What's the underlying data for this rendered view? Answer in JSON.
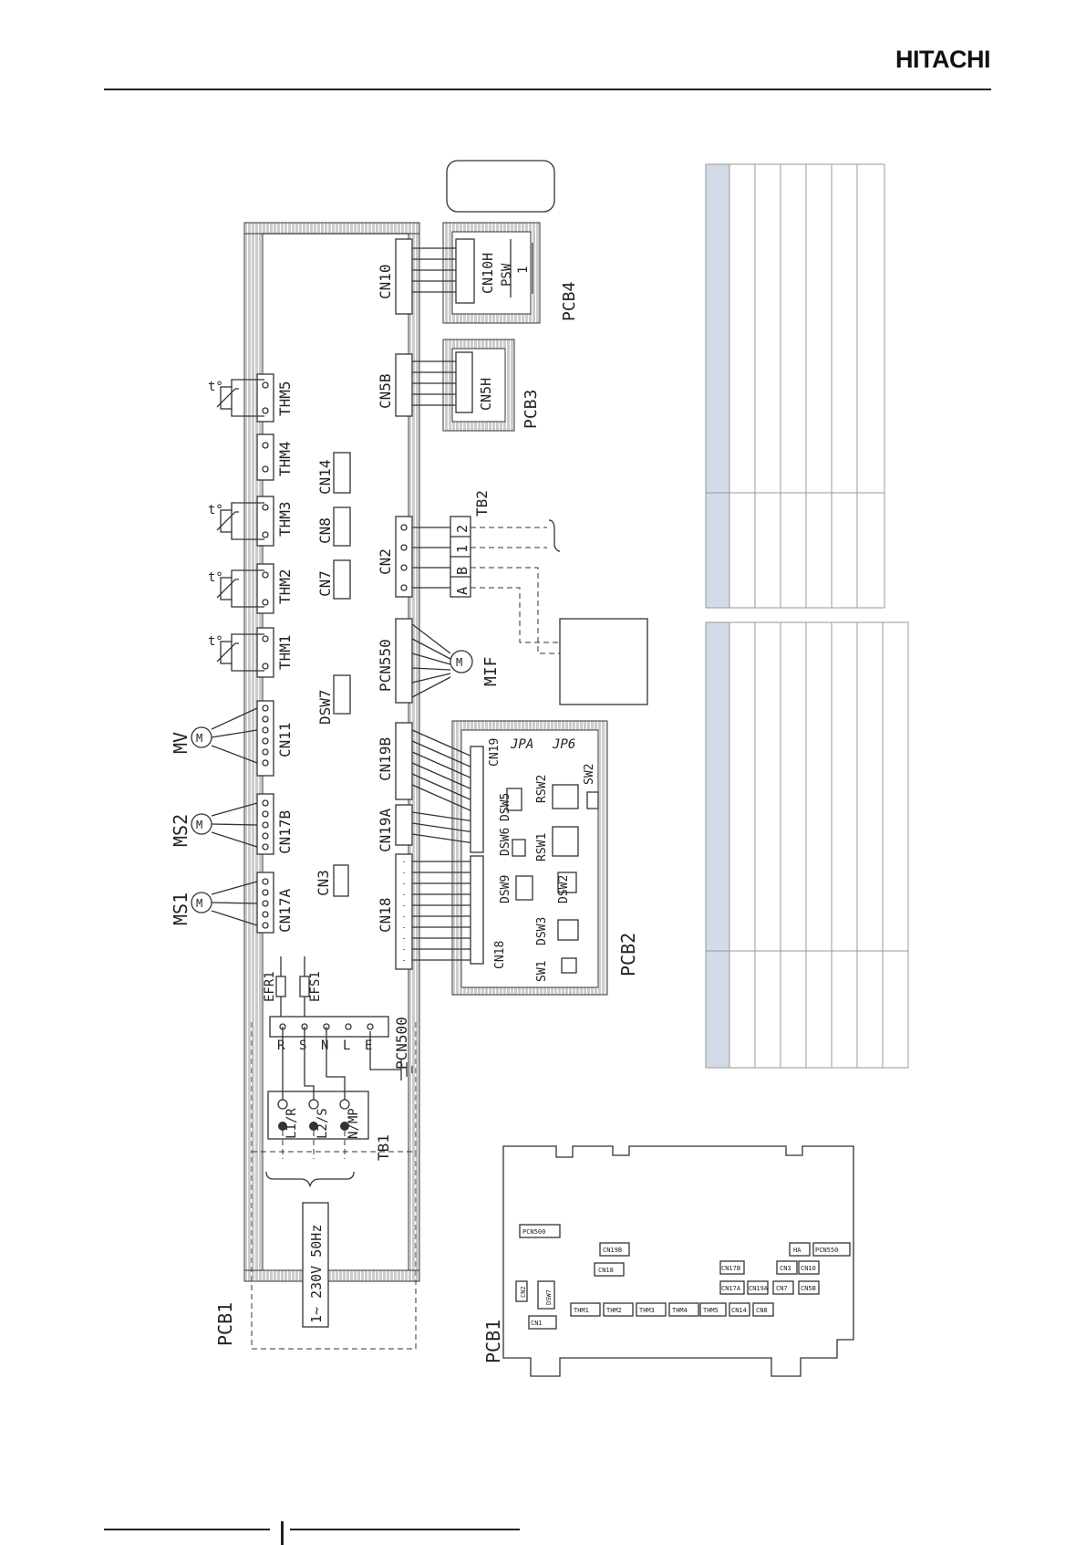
{
  "header": {
    "brand": "HITACHI"
  },
  "pcb1_board": {
    "label": "PCB1",
    "connectors_top": [
      "CN17A",
      "CN17B",
      "CN11",
      "THM1",
      "THM2",
      "THM3",
      "THM4",
      "THM5"
    ],
    "motors_top": [
      "MS1",
      "MS2",
      "MV"
    ],
    "internal": [
      "CN3",
      "DSW7",
      "CN7",
      "CN8",
      "CN14"
    ],
    "connectors_bottom": [
      "PCN500",
      "CN18",
      "CN19A",
      "CN19B",
      "PCN550",
      "CN2",
      "CN5B",
      "CN10"
    ],
    "power_terminals": [
      "R",
      "S",
      "N",
      "L",
      "E"
    ],
    "fuses": [
      "EFR1",
      "EFS1"
    ]
  },
  "terminal_block": {
    "label": "TB1",
    "terminals": [
      "L1/R",
      "L2/S",
      "N/MP"
    ],
    "supply": "1~ 230V 50Hz"
  },
  "fan_motor": {
    "label": "MIF"
  },
  "tb2": {
    "label": "TB2",
    "terminals": [
      "A",
      "B",
      "1",
      "2"
    ]
  },
  "pcb2_board": {
    "label": "PCB2",
    "items": [
      "CN18",
      "CN19",
      "SW1",
      "DSW3",
      "DSW9",
      "DSW6",
      "DSW5",
      "DSW2",
      "RSW1",
      "RSW2",
      "SW2",
      "JPA",
      "JP6"
    ]
  },
  "pcb3_board": {
    "label": "PCB3",
    "connector": "CN5H"
  },
  "pcb4_board": {
    "label": "PCB4",
    "connector": "CN10H",
    "switch": "PSW",
    "switch_pos": "1"
  },
  "layout_board": {
    "label": "PCB1",
    "parts": [
      "PCN500",
      "CN19B",
      "CN18",
      "CN1",
      "CN2",
      "DSW7",
      "CN17B",
      "CN17A",
      "CN19A",
      "HA",
      "PCN550",
      "CN3",
      "CN10",
      "CN7",
      "CN5B",
      "THM1",
      "THM2",
      "THM3",
      "THM4",
      "THM5",
      "CN14",
      "CN8"
    ]
  }
}
